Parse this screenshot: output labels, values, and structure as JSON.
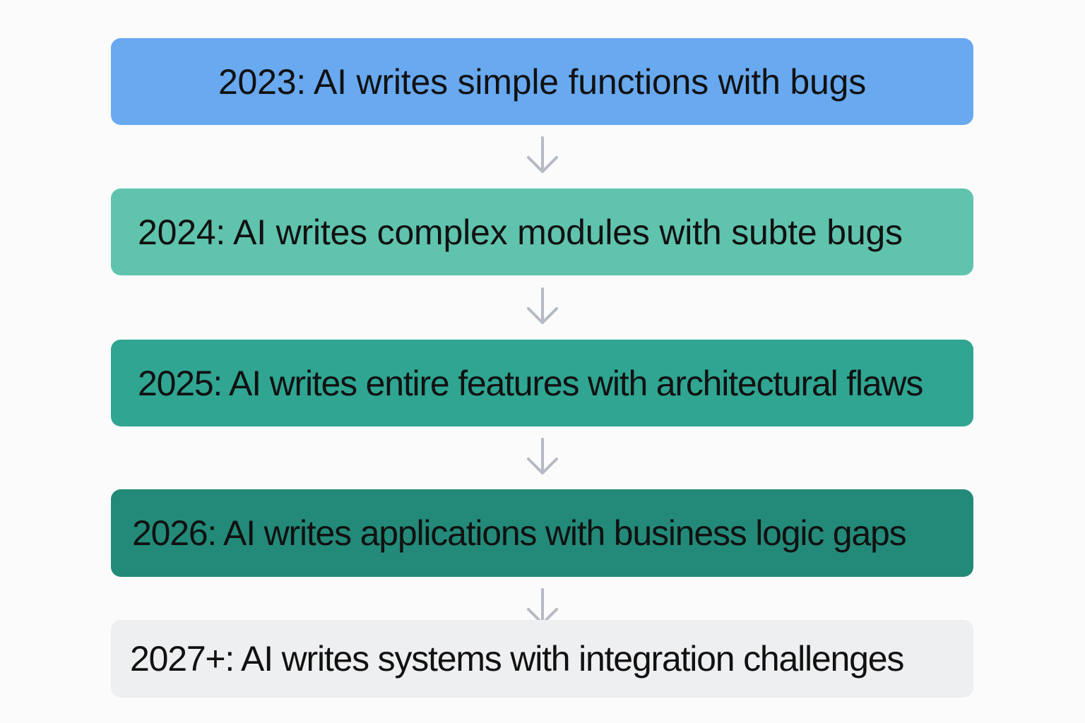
{
  "stages": [
    {
      "label": "2023: AI writes simple functions with bugs",
      "color": "#68a9f0"
    },
    {
      "label": "2024: AI writes complex modules with subte bugs",
      "color": "#60c3ad"
    },
    {
      "label": "2025: AI writes entire features with architectural flaws",
      "color": "#2fa592"
    },
    {
      "label": "2026: AI writes applications with business logic gaps",
      "color": "#238a79"
    },
    {
      "label": "2027+: AI writes systems with integration challenges",
      "color": "#eeeff1"
    }
  ],
  "arrows": {
    "color": "#b5bac3",
    "icon": "arrow-down-icon"
  }
}
